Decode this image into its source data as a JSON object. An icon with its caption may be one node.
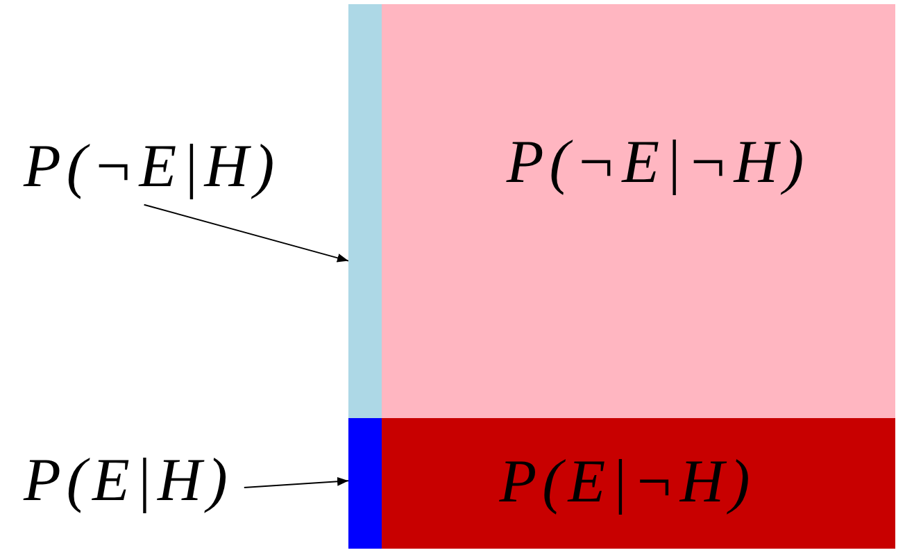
{
  "diagram": {
    "nodes": [
      {
        "text": [
          "P(¬E|H)"
        ]
      },
      {
        "text": [],
        "shape": "bar"
      },
      {
        "text": [
          "P(¬E|¬H)"
        ]
      },
      {
        "text": [
          "P(E|H)"
        ]
      },
      {
        "text": [],
        "shape": "bar"
      },
      {
        "text": [
          "P(E|¬H)"
        ]
      }
    ],
    "edges": [
      {
        "from": 0,
        "to": 1,
        "arrow": "to"
      },
      {
        "from": 3,
        "to": 4,
        "arrow": "to"
      }
    ]
  }
}
